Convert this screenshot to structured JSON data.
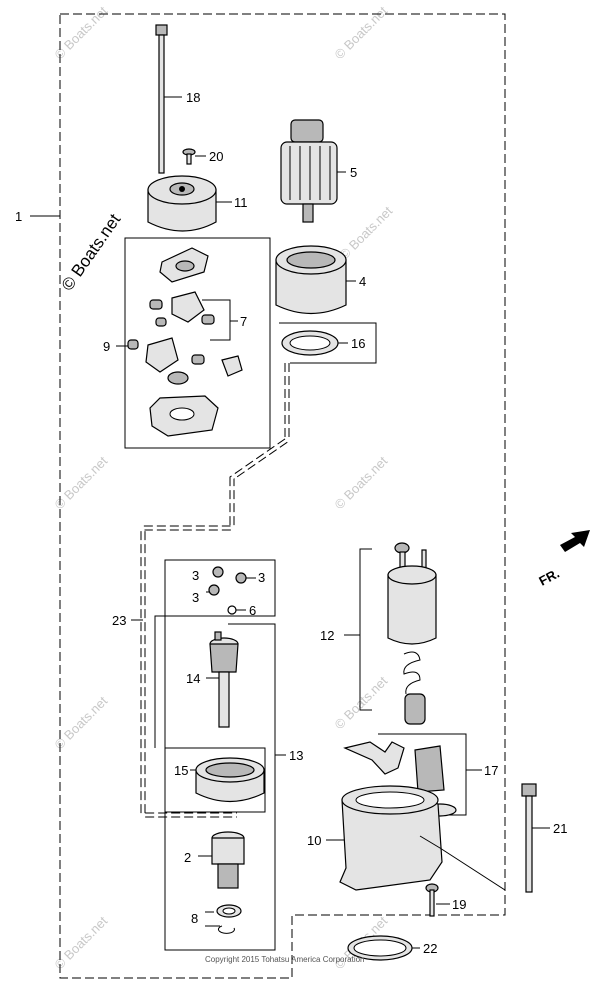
{
  "callouts": {
    "c1": "1",
    "c2": "2",
    "c3a": "3",
    "c3b": "3",
    "c3c": "3",
    "c4": "4",
    "c5": "5",
    "c6": "6",
    "c7": "7",
    "c8": "8",
    "c9": "9",
    "c10": "10",
    "c11": "11",
    "c12": "12",
    "c13": "13",
    "c14": "14",
    "c15": "15",
    "c16": "16",
    "c17": "17",
    "c18": "18",
    "c19": "19",
    "c20": "20",
    "c21": "21",
    "c22": "22",
    "c23": "23"
  },
  "direction_label": "FR.",
  "watermark": "© Boats.net",
  "copyright": "Copyright 2015 Tohatsu America Corporation"
}
